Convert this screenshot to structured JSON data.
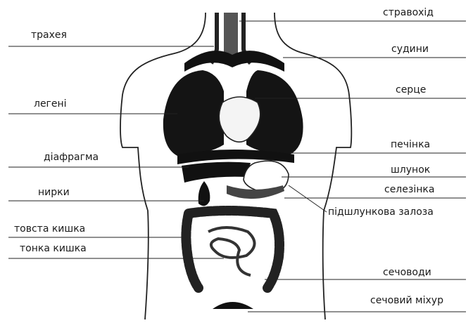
{
  "labels": {
    "esophagus": "стравохід",
    "trachea": "трахея",
    "vessels": "судини",
    "heart": "серце",
    "lungs": "легені",
    "liver": "печінка",
    "diaphragm": "діафрагма",
    "stomach": "шлунок",
    "kidneys": "нирки",
    "spleen": "селезінка",
    "pancreas": "підшлункова залоза",
    "large_intestine": "товста кишка",
    "small_intestine": "тонка кишка",
    "ureters": "сечоводи",
    "bladder": "сечовий міхур"
  }
}
